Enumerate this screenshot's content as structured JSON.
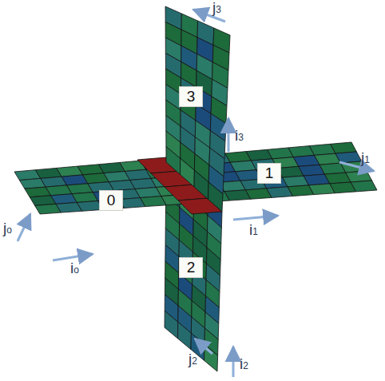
{
  "diagram": {
    "nodes": [
      {
        "text": [
          "3"
        ]
      },
      {
        "text": [
          "1"
        ]
      },
      {
        "text": [
          "0"
        ]
      },
      {
        "text": [
          "2"
        ]
      }
    ],
    "labels": [
      "j3",
      "i3",
      "j1",
      "jo",
      "i1",
      "io",
      "j2",
      "i2"
    ]
  }
}
